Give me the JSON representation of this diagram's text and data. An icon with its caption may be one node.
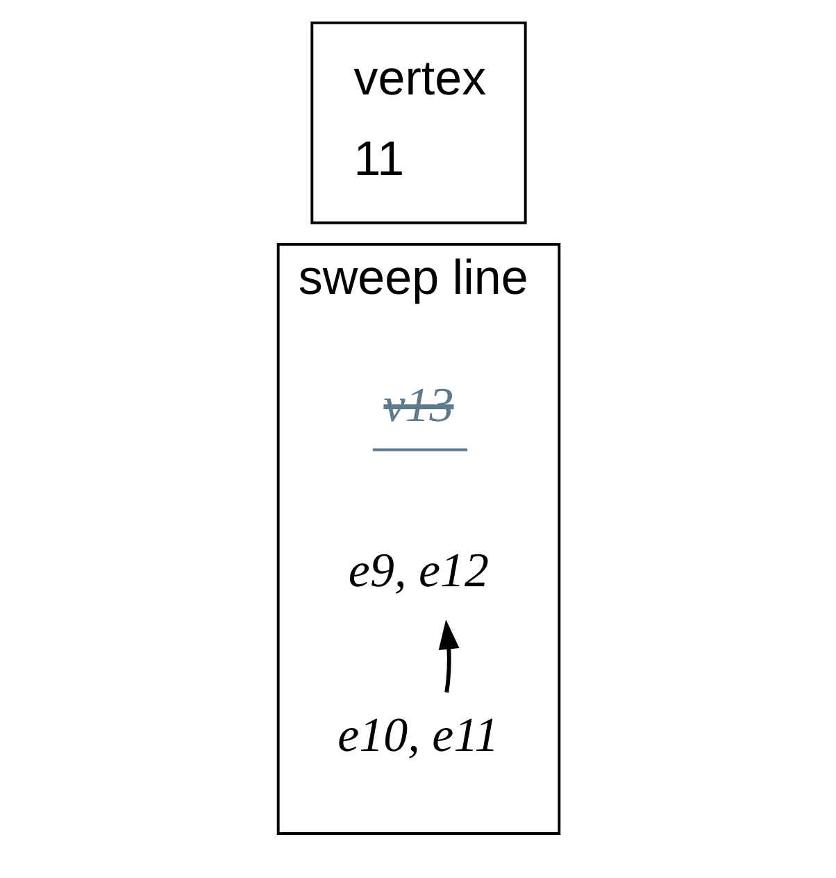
{
  "diagram": {
    "nodes": [
      {
        "text": [
          "vertex",
          "11"
        ]
      },
      {
        "text": [
          "sweep line"
        ]
      },
      {
        "text": [
          "v13"
        ],
        "in": 1
      },
      {
        "text": [
          "e9, e12"
        ],
        "in": 1
      },
      {
        "text": [
          "e10, e11"
        ],
        "in": 1
      }
    ],
    "edges": [
      {
        "from": 4,
        "to": 3,
        "arrow": "to"
      }
    ]
  }
}
